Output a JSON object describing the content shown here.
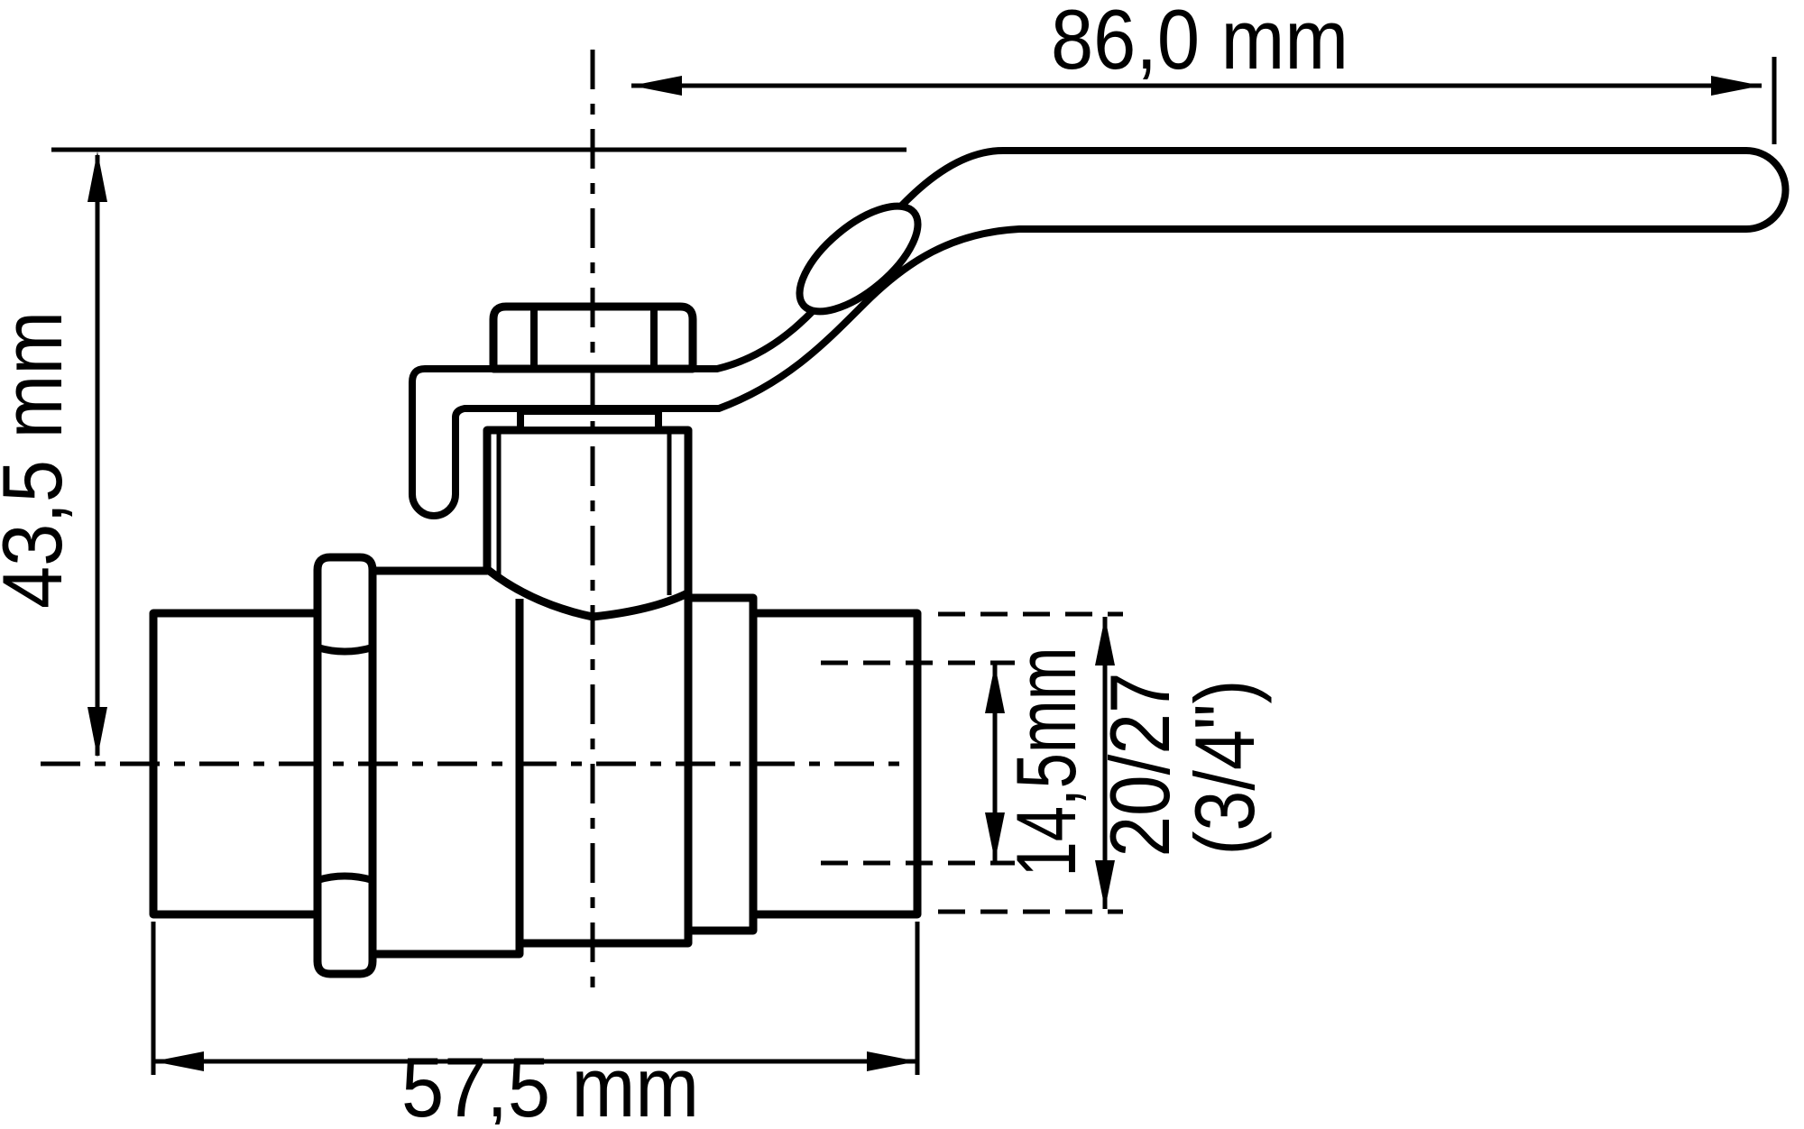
{
  "labels": {
    "handle_length": "86,0 mm",
    "overall_height": "43,5 mm",
    "body_length": "57,5 mm",
    "bore_diameter": "14,5mm",
    "thread_size": "20/27",
    "thread_size_inch": "(3/4\")"
  },
  "colors": {
    "line": "#000000",
    "background": "#ffffff"
  }
}
